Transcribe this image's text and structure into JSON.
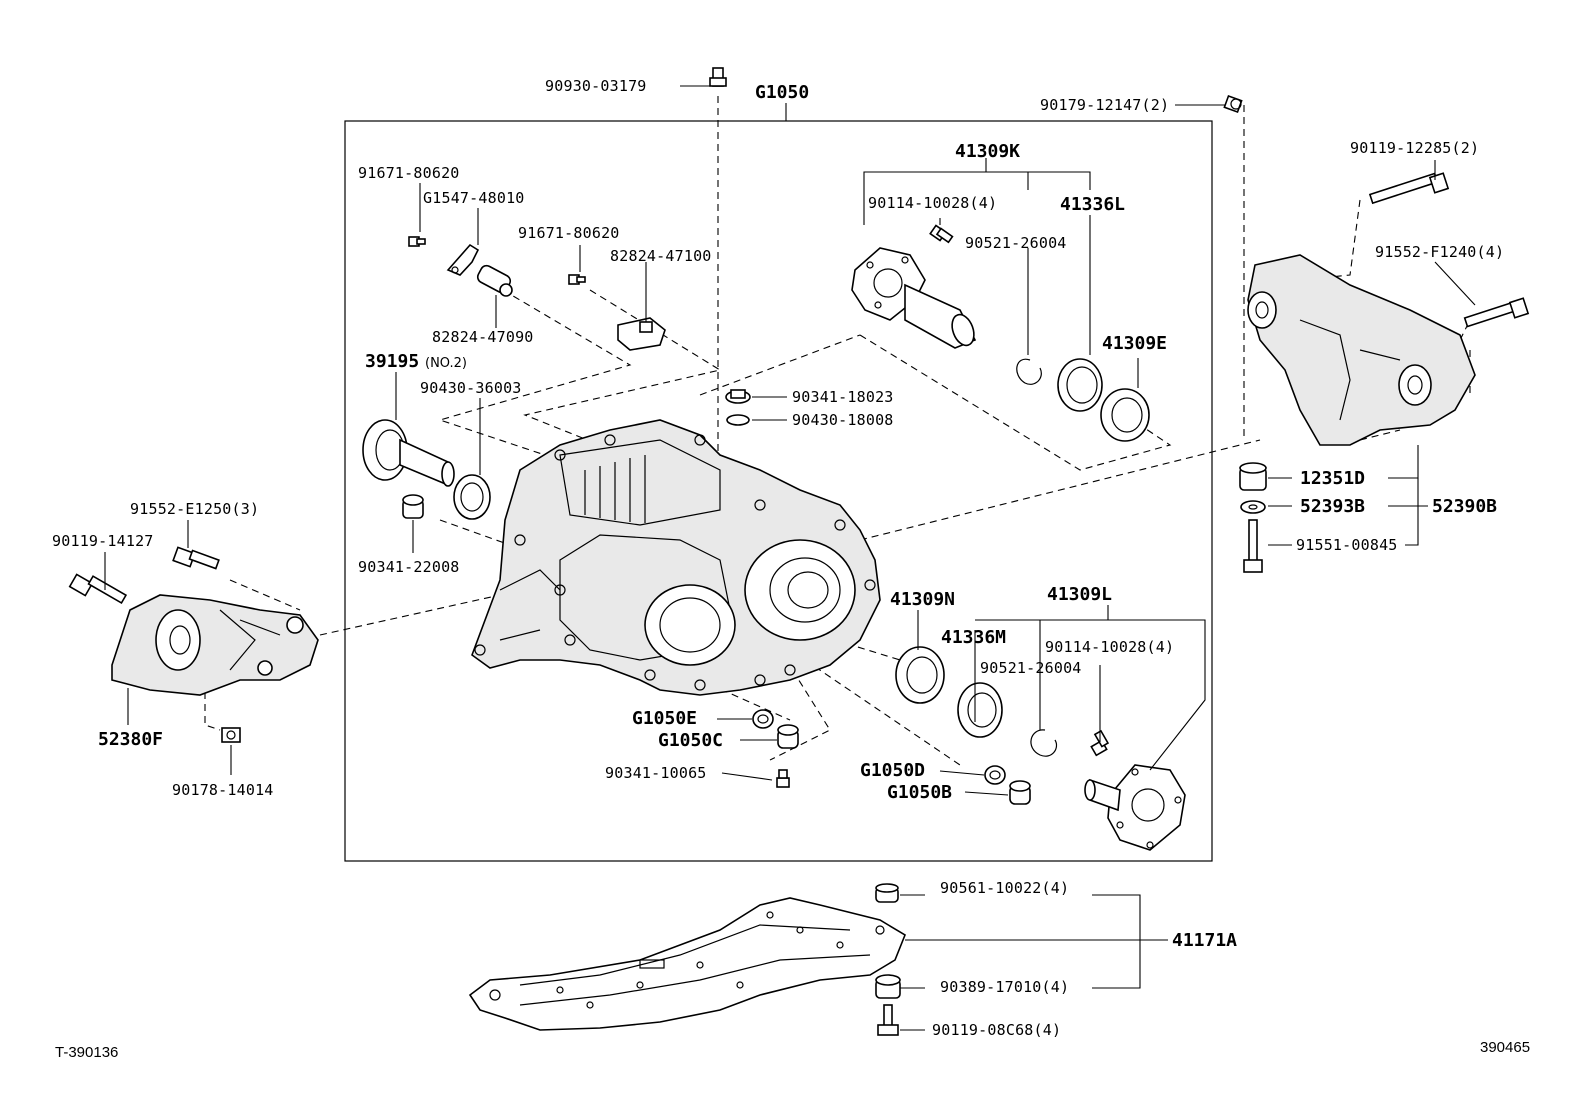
{
  "diagram": {
    "group_label": "G1050",
    "drawing_id_left": "T-390136",
    "drawing_id_right": "390465",
    "labels": {
      "p90930_03179": "90930-03179",
      "p90179_12147": "90179-12147(2)",
      "p91671_80620_a": "91671-80620",
      "pG1547_48010": "G1547-48010",
      "p91671_80620_b": "91671-80620",
      "p82824_47100": "82824-47100",
      "p82824_47090": "82824-47090",
      "p39195": "39195",
      "p39195_note": "(NO.2)",
      "p90430_36003": "90430-36003",
      "p90341_18023": "90341-18023",
      "p90430_18008": "90430-18008",
      "p90341_22008": "90341-22008",
      "p41309K": "41309K",
      "p90114_10028_a": "90114-10028(4)",
      "p41336L": "41336L",
      "p90521_26004_a": "90521-26004",
      "p41309E": "41309E",
      "p90119_12285": "90119-12285(2)",
      "p91552_F1240": "91552-F1240(4)",
      "p12351D": "12351D",
      "p52393B": "52393B",
      "p52390B": "52390B",
      "p91551_00845": "91551-00845",
      "p91552_E1250": "91552-E1250(3)",
      "p90119_14127": "90119-14127",
      "p52380F": "52380F",
      "p90178_14014": "90178-14014",
      "p41309N": "41309N",
      "p41309L": "41309L",
      "p41336M": "41336M",
      "p90114_10028_b": "90114-10028(4)",
      "p90521_26004_b": "90521-26004",
      "pG1050E": "G1050E",
      "pG1050C": "G1050C",
      "p90341_10065": "90341-10065",
      "pG1050D": "G1050D",
      "pG1050B": "G1050B",
      "p90561_10022": "90561-10022(4)",
      "p41171A": "41171A",
      "p90389_17010": "90389-17010(4)",
      "p90119_08C68": "90119-08C68(4)"
    }
  }
}
